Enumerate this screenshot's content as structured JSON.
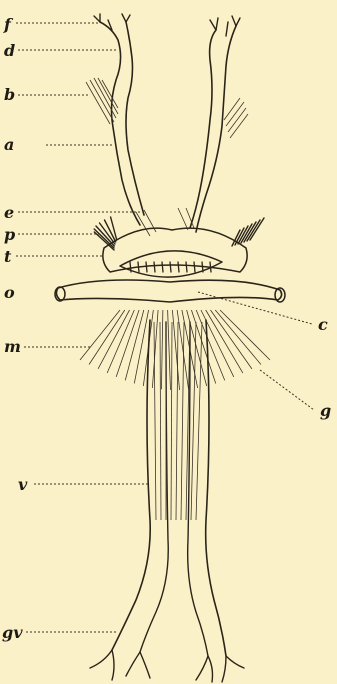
{
  "labels": {
    "f": "f",
    "d": "d",
    "b": "b",
    "a": "a",
    "e": "e",
    "p": "p",
    "t": "t",
    "o": "o",
    "m": "m",
    "c": "c",
    "g": "g",
    "v": "v",
    "gv": "gv"
  },
  "colors": {
    "paper": "#fbf1c8",
    "ink": "#2a2419"
  }
}
